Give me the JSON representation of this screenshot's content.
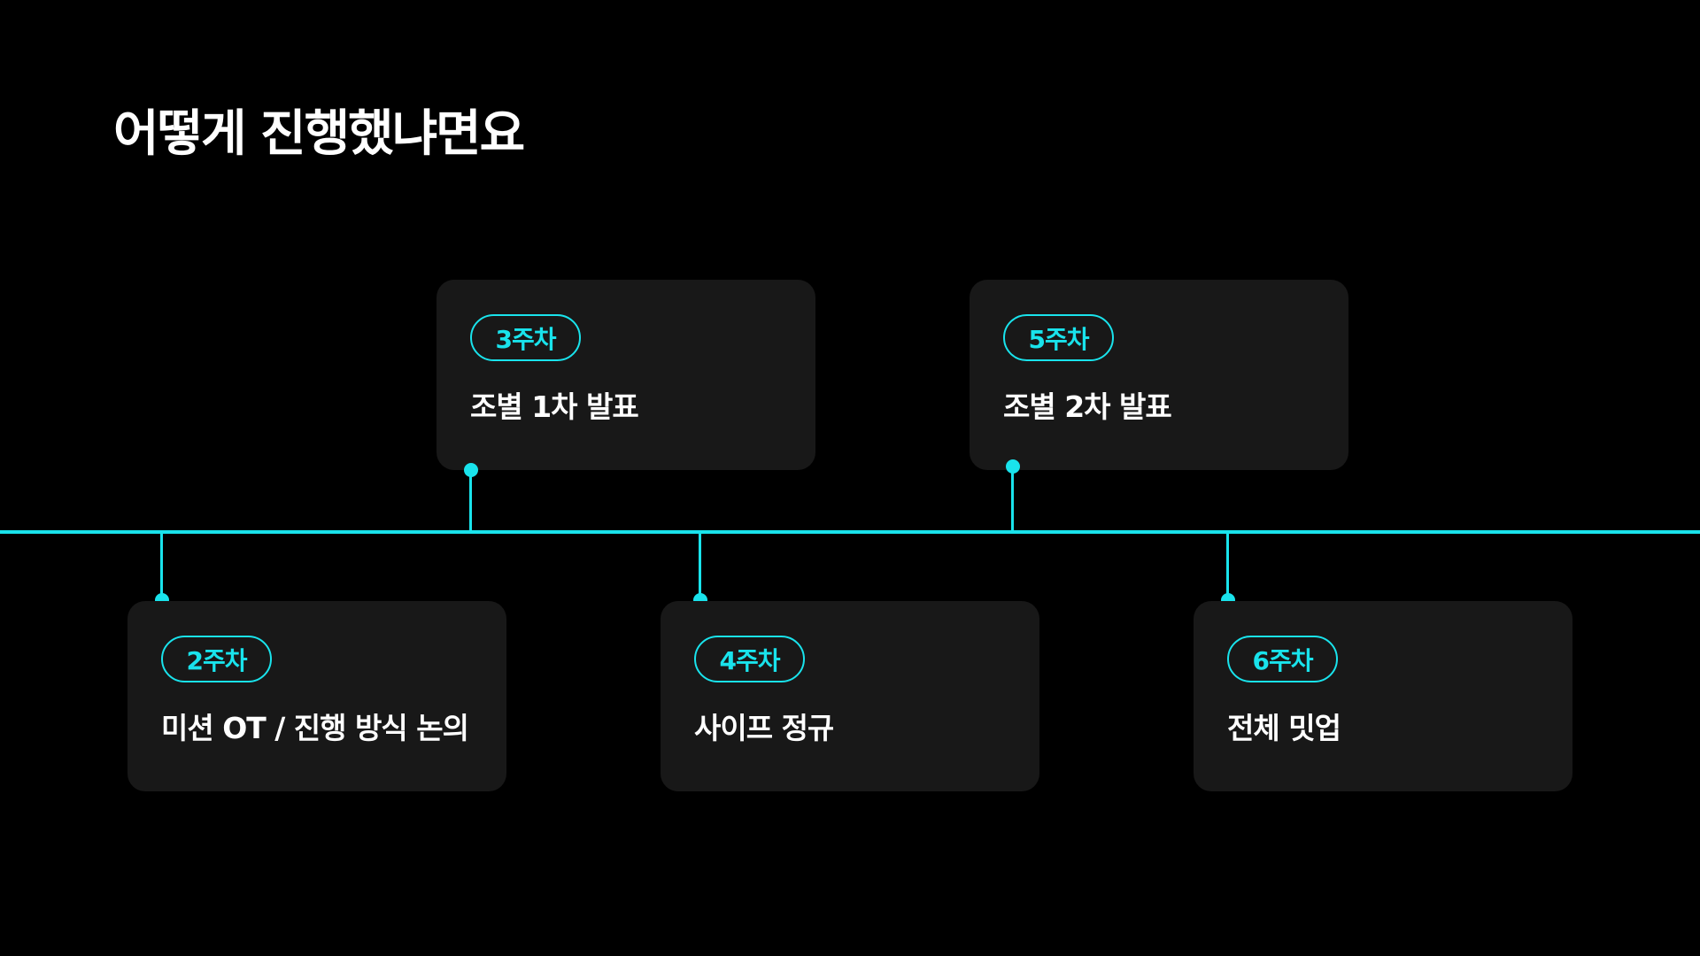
{
  "title": "어떻게 진행했냐면요",
  "accent_color": "#19e3ec",
  "card_color": "#181818",
  "timeline": [
    {
      "week": "2주차",
      "label": "미션 OT / 진행 방식 논의",
      "position": "below"
    },
    {
      "week": "3주차",
      "label": "조별 1차 발표",
      "position": "above"
    },
    {
      "week": "4주차",
      "label": "사이프 정규",
      "position": "below"
    },
    {
      "week": "5주차",
      "label": "조별 2차 발표",
      "position": "above"
    },
    {
      "week": "6주차",
      "label": "전체 밋업",
      "position": "below"
    }
  ]
}
